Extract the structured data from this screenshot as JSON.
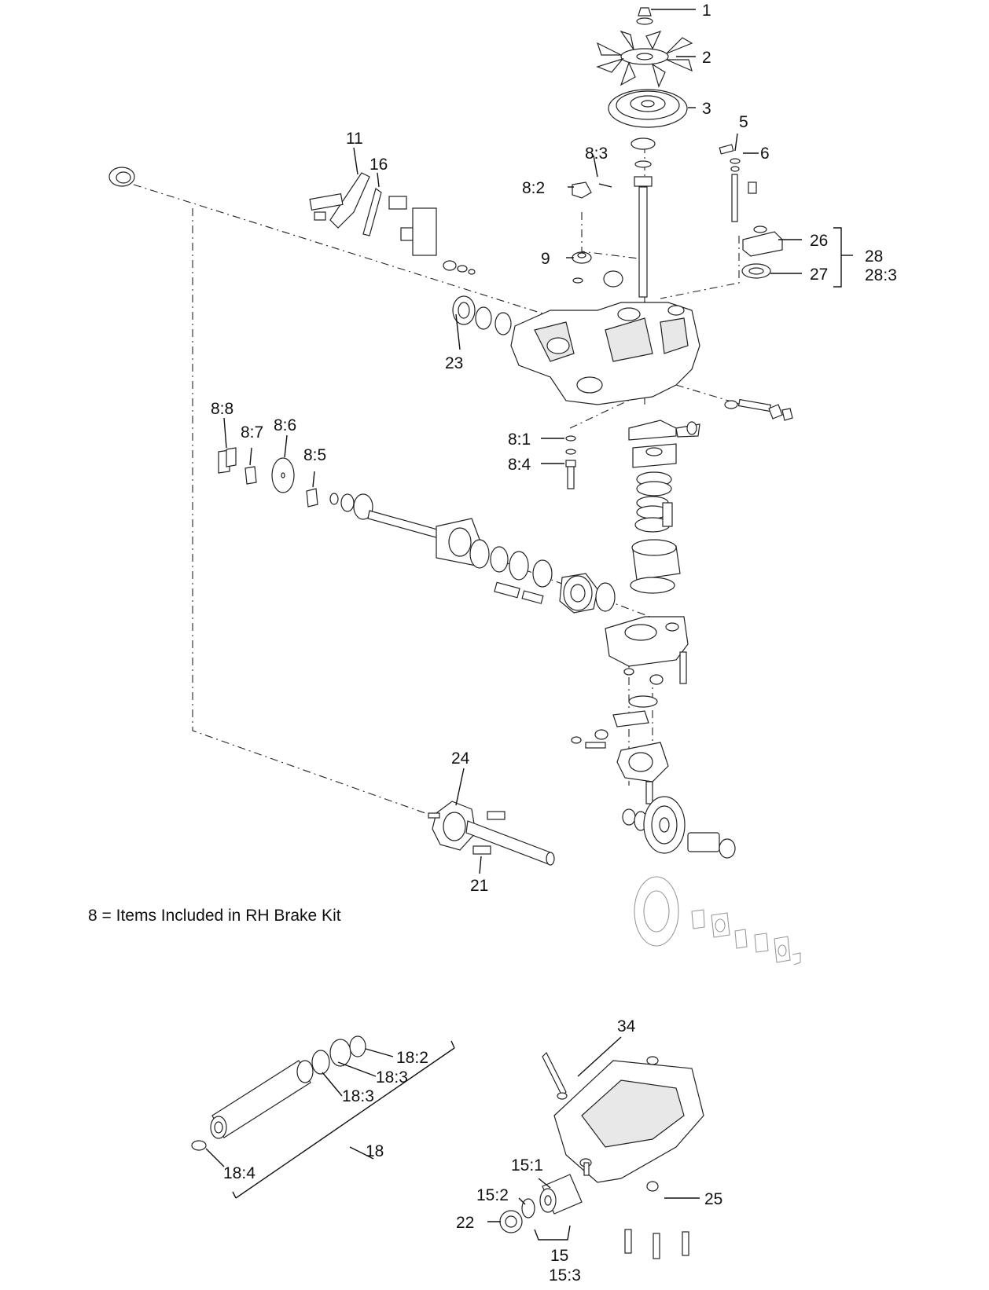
{
  "note": "8 = Items Included in RH Brake Kit",
  "callouts": {
    "c1": "1",
    "c2": "2",
    "c3": "3",
    "c5": "5",
    "c6": "6",
    "c8_3": "8:3",
    "c8_2": "8:2",
    "c9": "9",
    "c11": "11",
    "c16": "16",
    "c26": "26",
    "c27": "27",
    "c28": "28",
    "c28_3": "28:3",
    "c23": "23",
    "c8_8": "8:8",
    "c8_7": "8:7",
    "c8_6": "8:6",
    "c8_5": "8:5",
    "c8_1": "8:1",
    "c8_4": "8:4",
    "c24": "24",
    "c21": "21",
    "c34": "34",
    "c18_2": "18:2",
    "c18_3a": "18:3",
    "c18_3b": "18:3",
    "c18_4": "18:4",
    "c18": "18",
    "c15_1": "15:1",
    "c15_2": "15:2",
    "c22": "22",
    "c25": "25",
    "c15": "15",
    "c15_3": "15:3"
  }
}
